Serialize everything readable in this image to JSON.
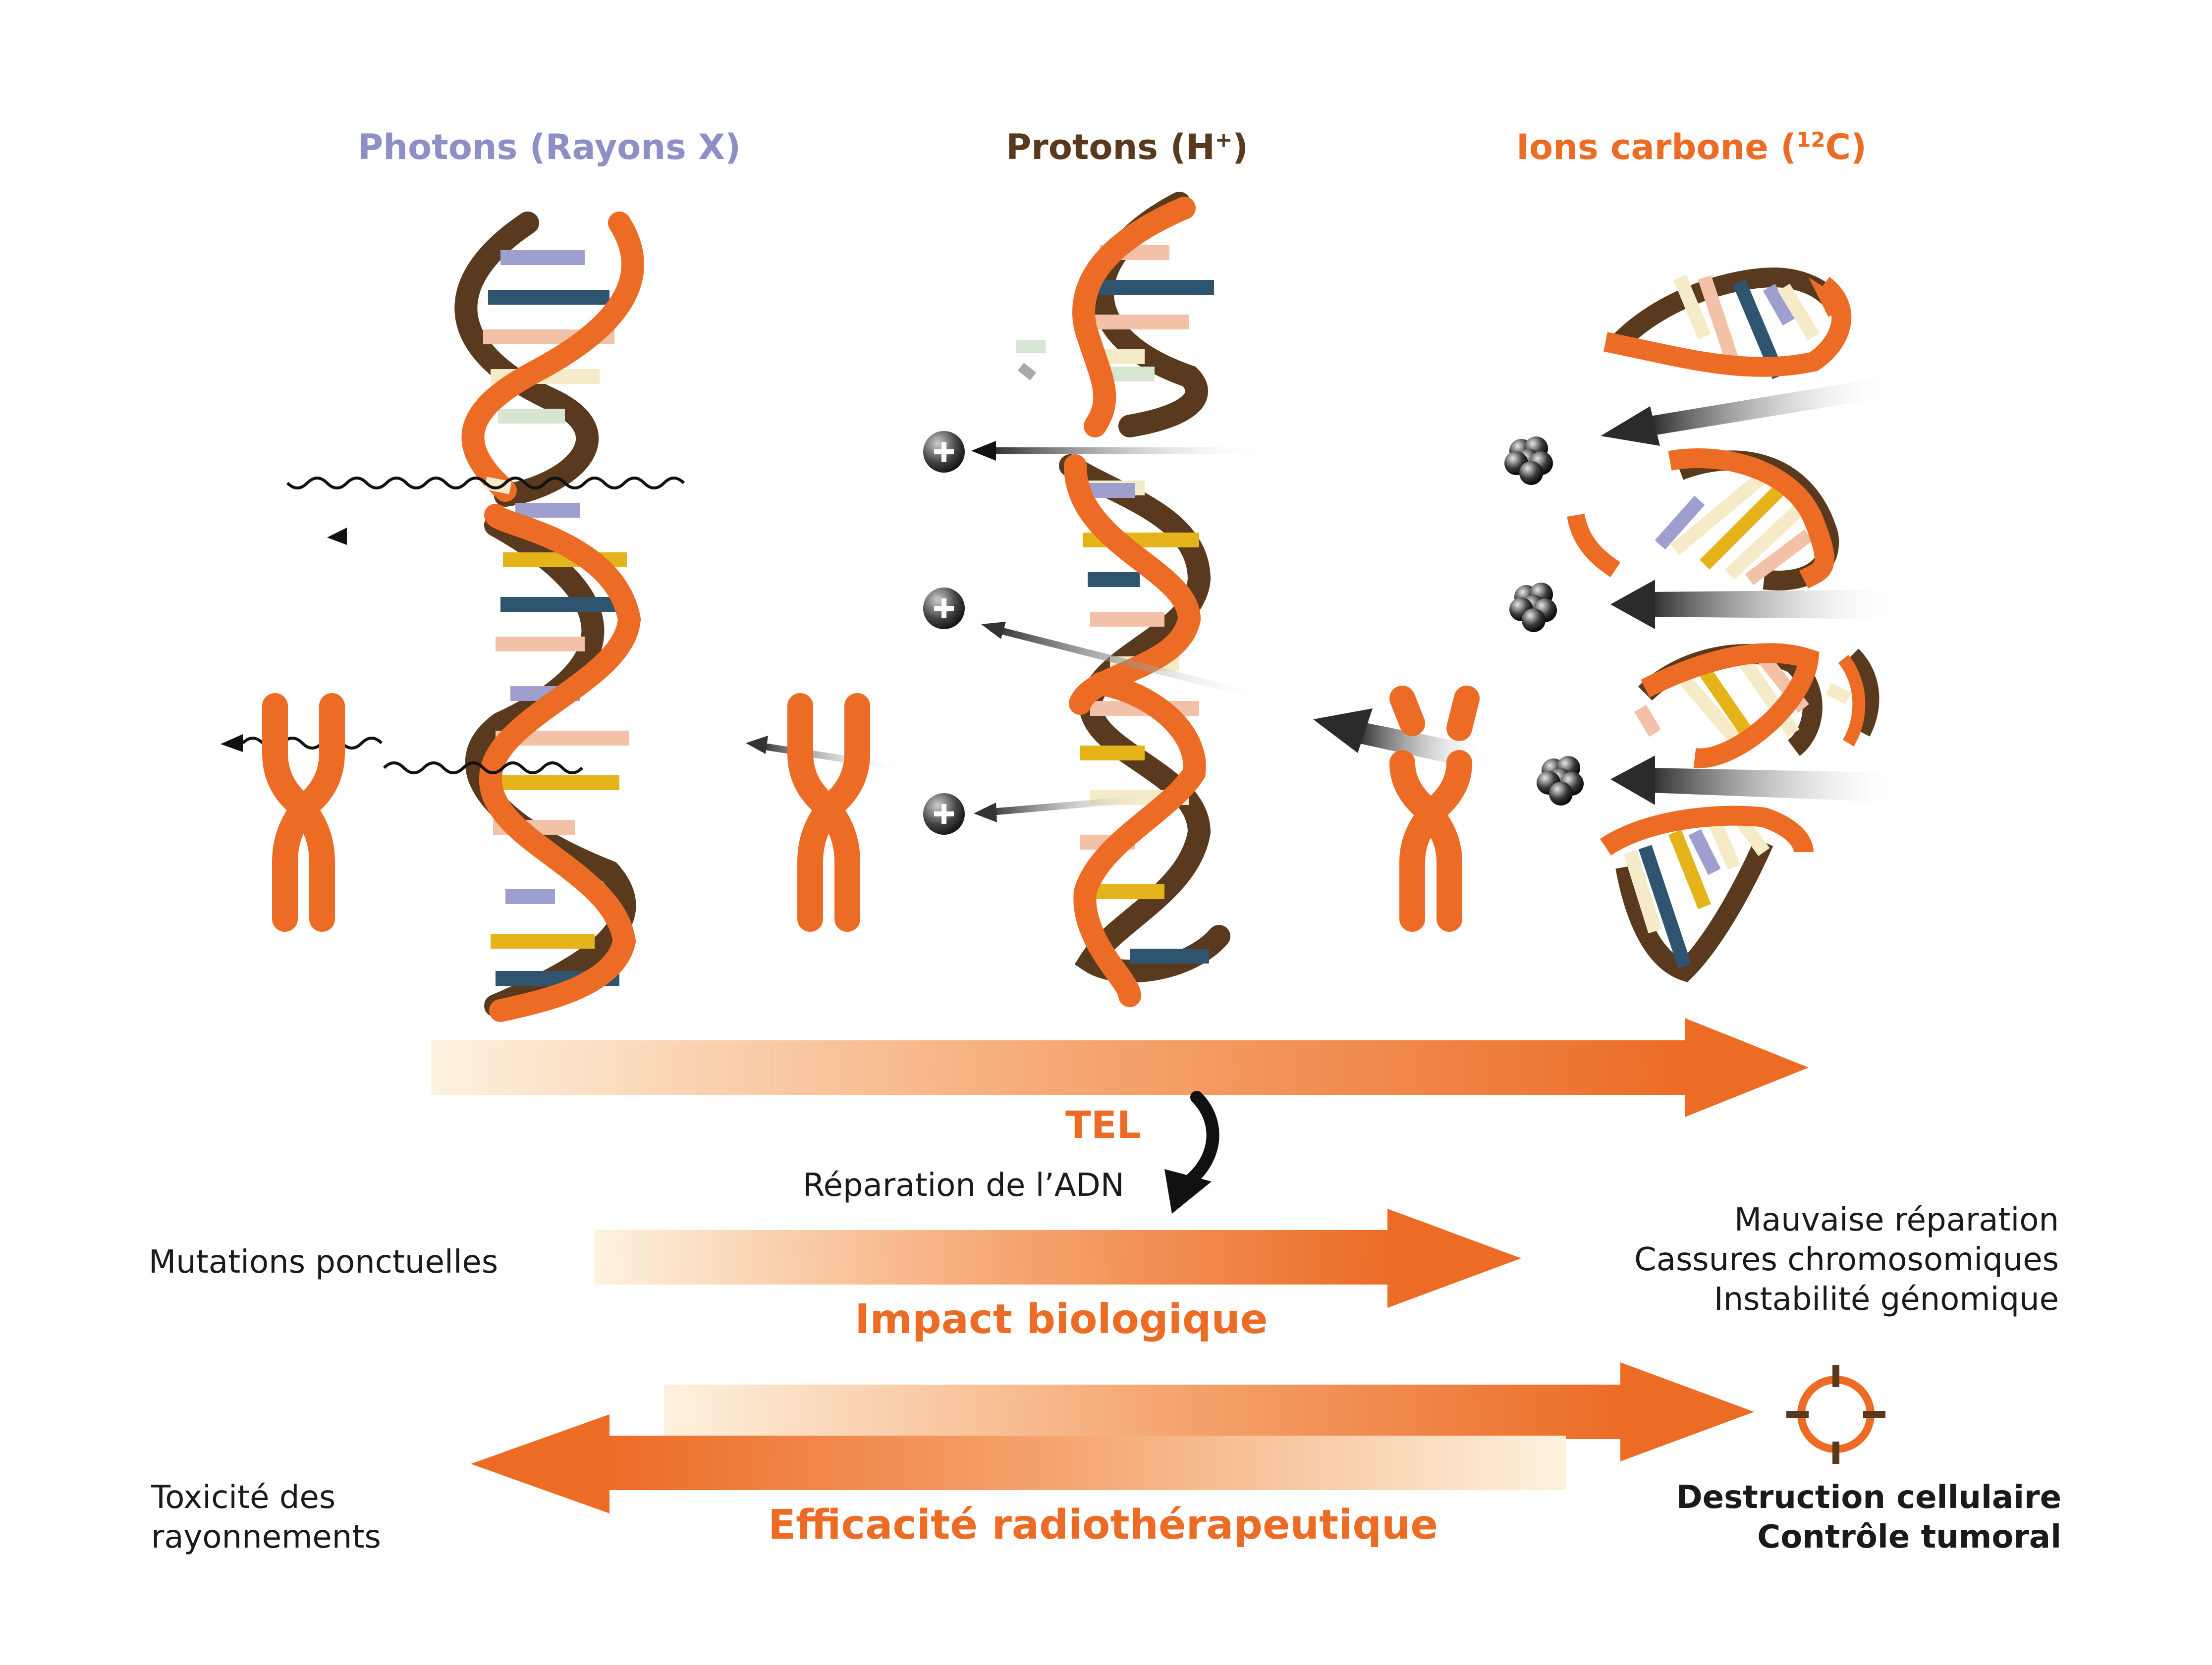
{
  "headers": {
    "photons": "Photons (Rayons X)",
    "protons_main": "Protons (H",
    "protons_sup": "+",
    "protons_close": ")",
    "carbon_main": "Ions carbone (",
    "carbon_sup": "12",
    "carbon_rest": "C)"
  },
  "labels": {
    "tel": "TEL",
    "repair": "Réparation de l’ADN",
    "point_mutations": "Mutations ponctuelles",
    "bad_repair": "Mauvaise réparation",
    "chromosomal_breaks": "Cassures chromosomiques",
    "genomic_instability": "Instabilité génomique",
    "biological_impact": "Impact biologique",
    "toxicity_line1": "Toxicité des",
    "toxicity_line2": "rayonnements",
    "efficacy": "Efficacité radiothérapeutique",
    "cell_destruction": "Destruction cellulaire",
    "tumor_control": "Contrôle tumoral"
  },
  "colors": {
    "orange": "#EC6B25",
    "brown": "#5A3A1E",
    "photon_purple": "#8E8FC7",
    "dark": "#1a1a1a",
    "base_yellow": "#E4B41A",
    "base_navy": "#2F5470",
    "base_peach": "#F2C1A8",
    "base_cream": "#F6EBC8",
    "base_lavender": "#9E9FCF",
    "base_mint": "#D6E6D3"
  },
  "icons": [
    "wavy-photon-arrow-icon",
    "proton-plus-icon",
    "carbon-ion-cluster-icon",
    "chromosome-icon",
    "target-crosshair-icon",
    "curved-down-arrow-icon"
  ]
}
